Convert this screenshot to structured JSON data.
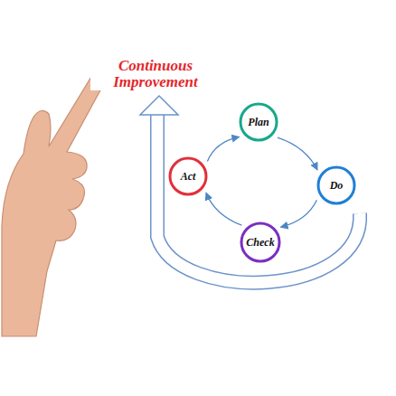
{
  "diagram": {
    "nodes": [
      {
        "text": [
          "Plan"
        ]
      },
      {
        "text": [
          "Do"
        ]
      },
      {
        "text": [
          "Check"
        ]
      },
      {
        "text": [
          "Act"
        ]
      }
    ],
    "edges": [
      {
        "from": 0,
        "to": 1,
        "arrow": "to"
      },
      {
        "from": 1,
        "to": 2,
        "arrow": "to"
      },
      {
        "from": 2,
        "to": 3,
        "arrow": "to"
      },
      {
        "from": 3,
        "to": 0,
        "arrow": "to"
      }
    ],
    "labels": [
      "Continuous Improvement"
    ]
  }
}
